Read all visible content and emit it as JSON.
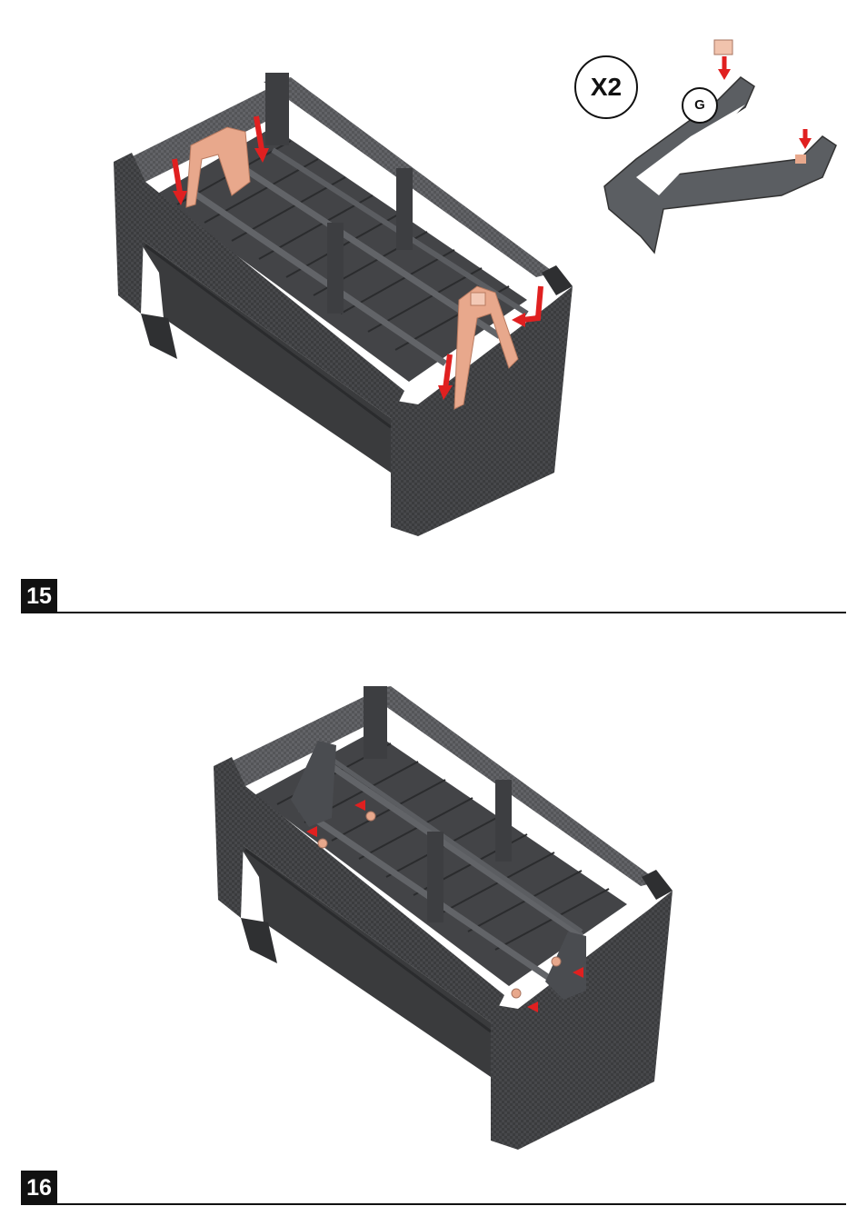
{
  "steps": [
    {
      "number": "15",
      "quantity_label": "X2",
      "part_label": "G"
    },
    {
      "number": "16"
    }
  ],
  "colors": {
    "body_dark": "#3a3b3d",
    "body_mid": "#505153",
    "rail": "#5a5c5f",
    "part_copper": "#e8a88c",
    "arrow_red": "#e02020",
    "rule": "#111111"
  },
  "icons": [
    "down-arrow-icon",
    "hook-arrow-icon",
    "push-arrow-icon"
  ]
}
